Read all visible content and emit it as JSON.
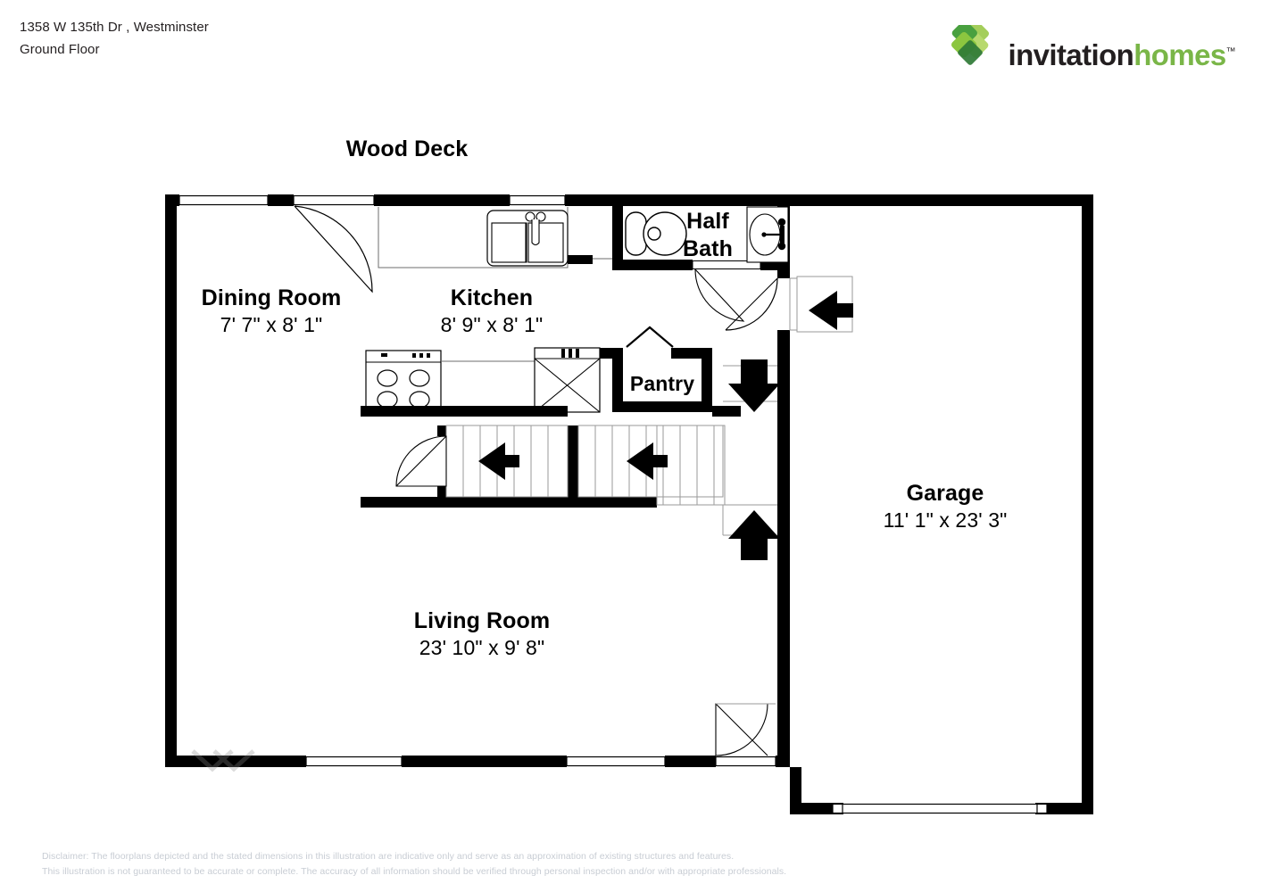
{
  "header": {
    "address": "1358 W 135th Dr , Westminster",
    "floor": "Ground Floor"
  },
  "logo": {
    "word_primary": "invitation",
    "word_secondary": "homes",
    "trademark": "™",
    "colors": {
      "green_light": "#a4ce5b",
      "green_mid": "#7ab648",
      "green_dark": "#3d8c40",
      "green_darkest": "#2f7a36",
      "text_dark": "#231f20"
    }
  },
  "plan": {
    "type": "floorplan",
    "rooms": [
      {
        "key": "wood_deck",
        "name": "Wood Deck",
        "dimensions": ""
      },
      {
        "key": "dining",
        "name": "Dining Room",
        "dimensions": "7' 7\" x 8' 1\""
      },
      {
        "key": "kitchen",
        "name": "Kitchen",
        "dimensions": "8' 9\" x 8' 1\""
      },
      {
        "key": "half_bath",
        "name": "Half\nBath",
        "dimensions": ""
      },
      {
        "key": "pantry",
        "name": "Pantry",
        "dimensions": ""
      },
      {
        "key": "living",
        "name": "Living Room",
        "dimensions": "23' 10\" x 9' 8\""
      },
      {
        "key": "garage",
        "name": "Garage",
        "dimensions": "11' 1\" x 23' 3\""
      }
    ],
    "labels": {
      "wood_deck": "Wood Deck",
      "dining_name": "Dining Room",
      "dining_dim": "7' 7\" x 8' 1\"",
      "kitchen_name": "Kitchen",
      "kitchen_dim": "8' 9\" x 8' 1\"",
      "half_bath_line1": "Half",
      "half_bath_line2": "Bath",
      "pantry": "Pantry",
      "living_name": "Living Room",
      "living_dim": "23' 10\" x 9' 8\"",
      "garage_name": "Garage",
      "garage_dim": "11' 1\" x 23' 3\""
    },
    "fixtures": [
      "kitchen-sink",
      "range-cooktop",
      "refrigerator",
      "toilet",
      "bathroom-sink",
      "pantry-closet",
      "stair-run-upper",
      "stair-run-lower",
      "garage-door"
    ],
    "direction_arrows": [
      {
        "name": "stair-arrow-left-upper",
        "direction": "left"
      },
      {
        "name": "stair-arrow-left-lower",
        "direction": "left"
      },
      {
        "name": "garage-entry-arrow",
        "direction": "left"
      },
      {
        "name": "basement-stair-arrow",
        "direction": "down"
      },
      {
        "name": "living-stair-arrow",
        "direction": "up"
      }
    ],
    "stroke_color": "#000000",
    "wall_color": "#000000",
    "background": "#ffffff"
  },
  "disclaimer": {
    "line1": "Disclaimer: The floorplans depicted and the stated dimensions in this illustration are indicative only and serve as an approximation of existing structures and features.",
    "line2": "This illustration is not guaranteed to be accurate or complete. The accuracy of all information should be verified through personal inspection and/or with appropriate professionals.",
    "color": "#c8cdd4"
  }
}
